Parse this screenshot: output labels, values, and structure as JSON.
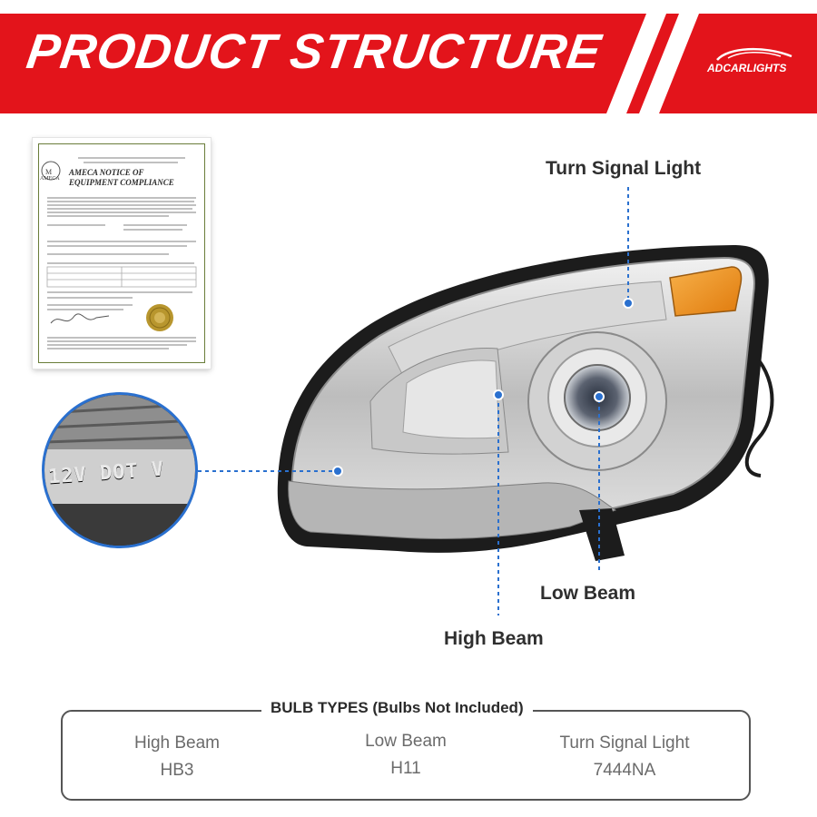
{
  "banner": {
    "title": "PRODUCT STRUCTURE",
    "brand": "ADCARLIGHTS",
    "color": "#e3141b"
  },
  "certificate": {
    "title_line1": "AMECA NOTICE OF",
    "title_line2": "EQUIPMENT COMPLIANCE",
    "org": "AMECA",
    "border_color": "#6a7d3a"
  },
  "zoom": {
    "text": "12V DOT V",
    "ring_color": "#2a70cf"
  },
  "callouts": {
    "turn_signal": "Turn Signal Light",
    "low_beam": "Low Beam",
    "high_beam": "High Beam",
    "line_color": "#2a70cf"
  },
  "bulb_types": {
    "heading": "BULB TYPES (Bulbs Not Included)",
    "items": [
      {
        "name": "High Beam",
        "code": "HB3"
      },
      {
        "name": "Low Beam",
        "code": "H11"
      },
      {
        "name": "Turn Signal Light",
        "code": "7444NA"
      }
    ]
  }
}
